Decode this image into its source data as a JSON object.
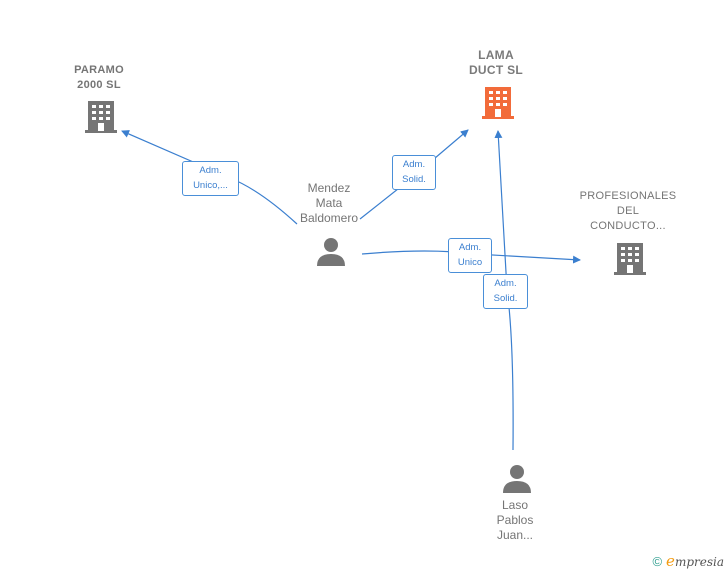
{
  "nodes": {
    "paramo": {
      "label": "PARAMO\n2000  SL",
      "type": "company"
    },
    "lama": {
      "label": "LAMA\nDUCT  SL",
      "type": "company-highlight"
    },
    "profesionales": {
      "label": "PROFESIONALES\nDEL\nCONDUCTO...",
      "type": "company"
    },
    "mendez": {
      "label": "Mendez\nMata\nBaldomero",
      "type": "person"
    },
    "laso": {
      "label": "Laso\nPablos\nJuan...",
      "type": "person"
    }
  },
  "relations": {
    "mendez_paramo": "Adm.\nUnico,...",
    "mendez_lama": "Adm.\nSolid.",
    "mendez_profesionales": "Adm.\nUnico",
    "laso_lama": "Adm.\nSolid."
  },
  "colors": {
    "edge": "#3b7fcf",
    "company": "#757575",
    "highlight": "#f26b3a",
    "person": "#757575"
  },
  "footer": {
    "copyright": "©",
    "brand_initial": "e",
    "brand_rest": "mpresia"
  }
}
